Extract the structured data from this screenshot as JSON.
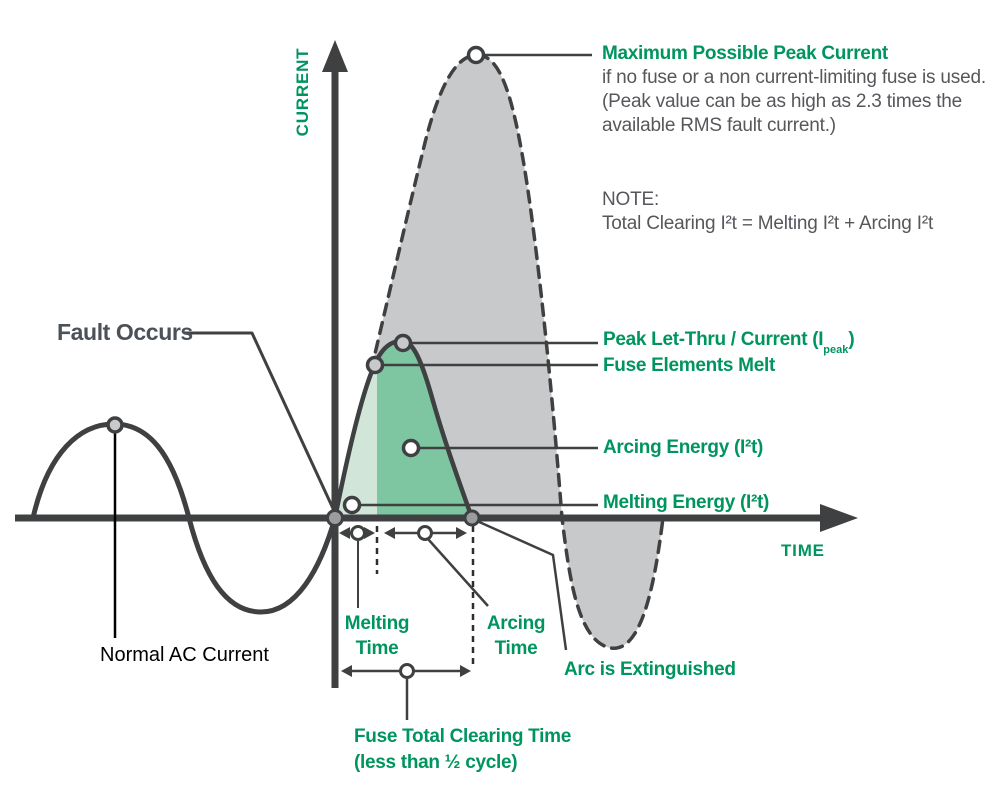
{
  "figure": {
    "type": "fuse current-limitation diagram",
    "axes": {
      "y_label": "CURRENT",
      "x_label": "TIME"
    },
    "colors": {
      "accent_green_text": "#00955F",
      "slate_text": "#4A5158",
      "gray_text": "#55575B",
      "curve_stroke": "#3F4041",
      "prospective_fill": "#C8C9CB",
      "arcing_fill": "#7EC5A1",
      "melting_fill": "#D2E5D9"
    },
    "annotations": {
      "max_peak": {
        "title": "Maximum Possible Peak Current",
        "line1": "if no fuse or a non current-limiting fuse is used.",
        "line2": "(Peak value can be as high as 2.3 times the",
        "line3": "available RMS fault current.)"
      },
      "note": {
        "heading": "NOTE:",
        "body": "Total Clearing I²t = Melting I²t + Arcing I²t"
      },
      "fault_occurs": "Fault Occurs",
      "peak_let_thru": {
        "pre": "Peak Let-Thru / Current (I",
        "sub": "peak",
        "post": ")"
      },
      "fuse_elements_melt": "Fuse Elements Melt",
      "arcing_energy": "Arcing Energy (I²t)",
      "melting_energy": "Melting Energy (I²t)",
      "normal_ac": "Normal AC Current",
      "melting_time": {
        "line1": "Melting",
        "line2": "Time"
      },
      "arcing_time": {
        "line1": "Arcing",
        "line2": "Time"
      },
      "arc_extinguished": "Arc is Extinguished",
      "total_clearing": {
        "line1": "Fuse Total Clearing Time",
        "line2": "(less than ½ cycle)"
      }
    }
  }
}
